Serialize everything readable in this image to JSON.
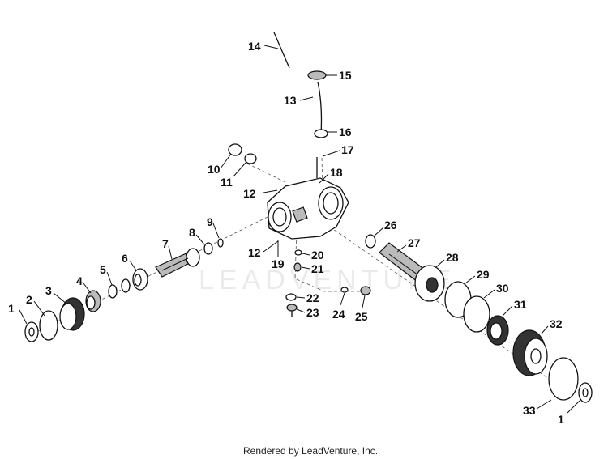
{
  "watermark": "LEADVENTURE",
  "footer": "Rendered by LeadVenture, Inc.",
  "callouts": {
    "c1a": "1",
    "c1b": "1",
    "c2": "2",
    "c3": "3",
    "c4": "4",
    "c5": "5",
    "c6": "6",
    "c7": "7",
    "c8": "8",
    "c9": "9",
    "c10": "10",
    "c11": "11",
    "c12a": "12",
    "c12b": "12",
    "c13": "13",
    "c14": "14",
    "c15": "15",
    "c16": "16",
    "c17": "17",
    "c18": "18",
    "c19": "19",
    "c20": "20",
    "c21": "21",
    "c22": "22",
    "c23": "23",
    "c24": "24",
    "c25": "25",
    "c26": "26",
    "c27": "27",
    "c28": "28",
    "c29": "29",
    "c30": "30",
    "c31": "31",
    "c32": "32",
    "c33": "33"
  }
}
